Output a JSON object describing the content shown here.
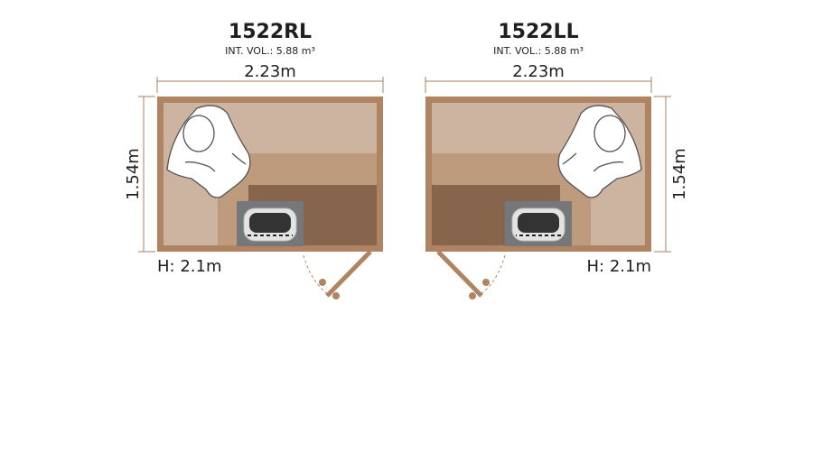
{
  "colors": {
    "frame": "#b08462",
    "bench_light": "#cdb4a0",
    "bench_mid": "#bf9b7e",
    "bench_dark": "#86654c",
    "heater": "#76777b",
    "dim_line": "#a9805f"
  },
  "models": [
    {
      "name": "1522RL",
      "volume": "INT. VOL.: 5.88 m³",
      "width": "2.23m",
      "depth": "1.54m",
      "height": "H: 2.1m",
      "door_side": "right"
    },
    {
      "name": "1522LL",
      "volume": "INT. VOL.: 5.88 m³",
      "width": "2.23m",
      "depth": "1.54m",
      "height": "H: 2.1m",
      "door_side": "left"
    }
  ]
}
